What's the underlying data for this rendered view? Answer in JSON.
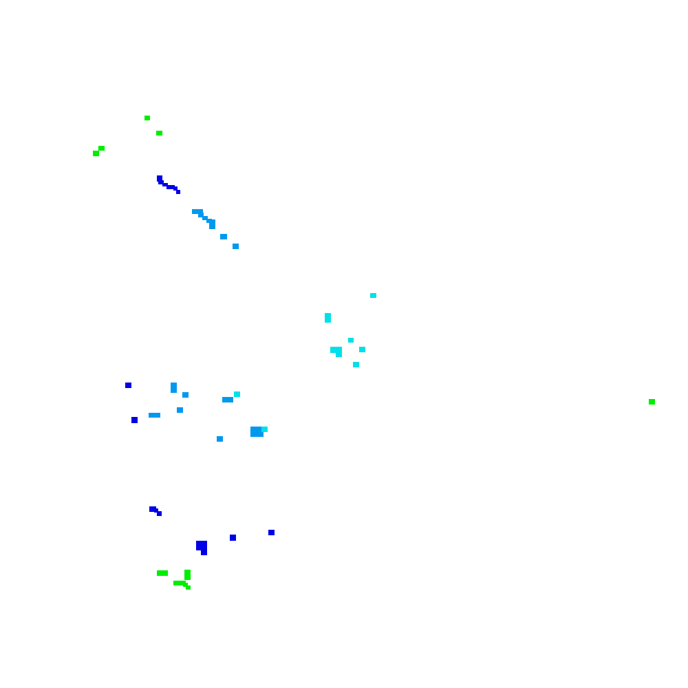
{
  "colors": {
    "background": "#ffffff",
    "green": "#00ee00",
    "blue": "#0000e6",
    "sky": "#0099ee",
    "cyan": "#00e0e8"
  },
  "clusters": [
    {
      "name": "green-top",
      "color": "green"
    },
    {
      "name": "blue-top",
      "color": "blue"
    },
    {
      "name": "sky-top",
      "color": "sky"
    },
    {
      "name": "cyan-center",
      "color": "cyan"
    },
    {
      "name": "mixed-middle",
      "color": "sky"
    },
    {
      "name": "blue-bottom",
      "color": "blue"
    },
    {
      "name": "green-bottom",
      "color": "green"
    },
    {
      "name": "green-right",
      "color": "green"
    }
  ]
}
